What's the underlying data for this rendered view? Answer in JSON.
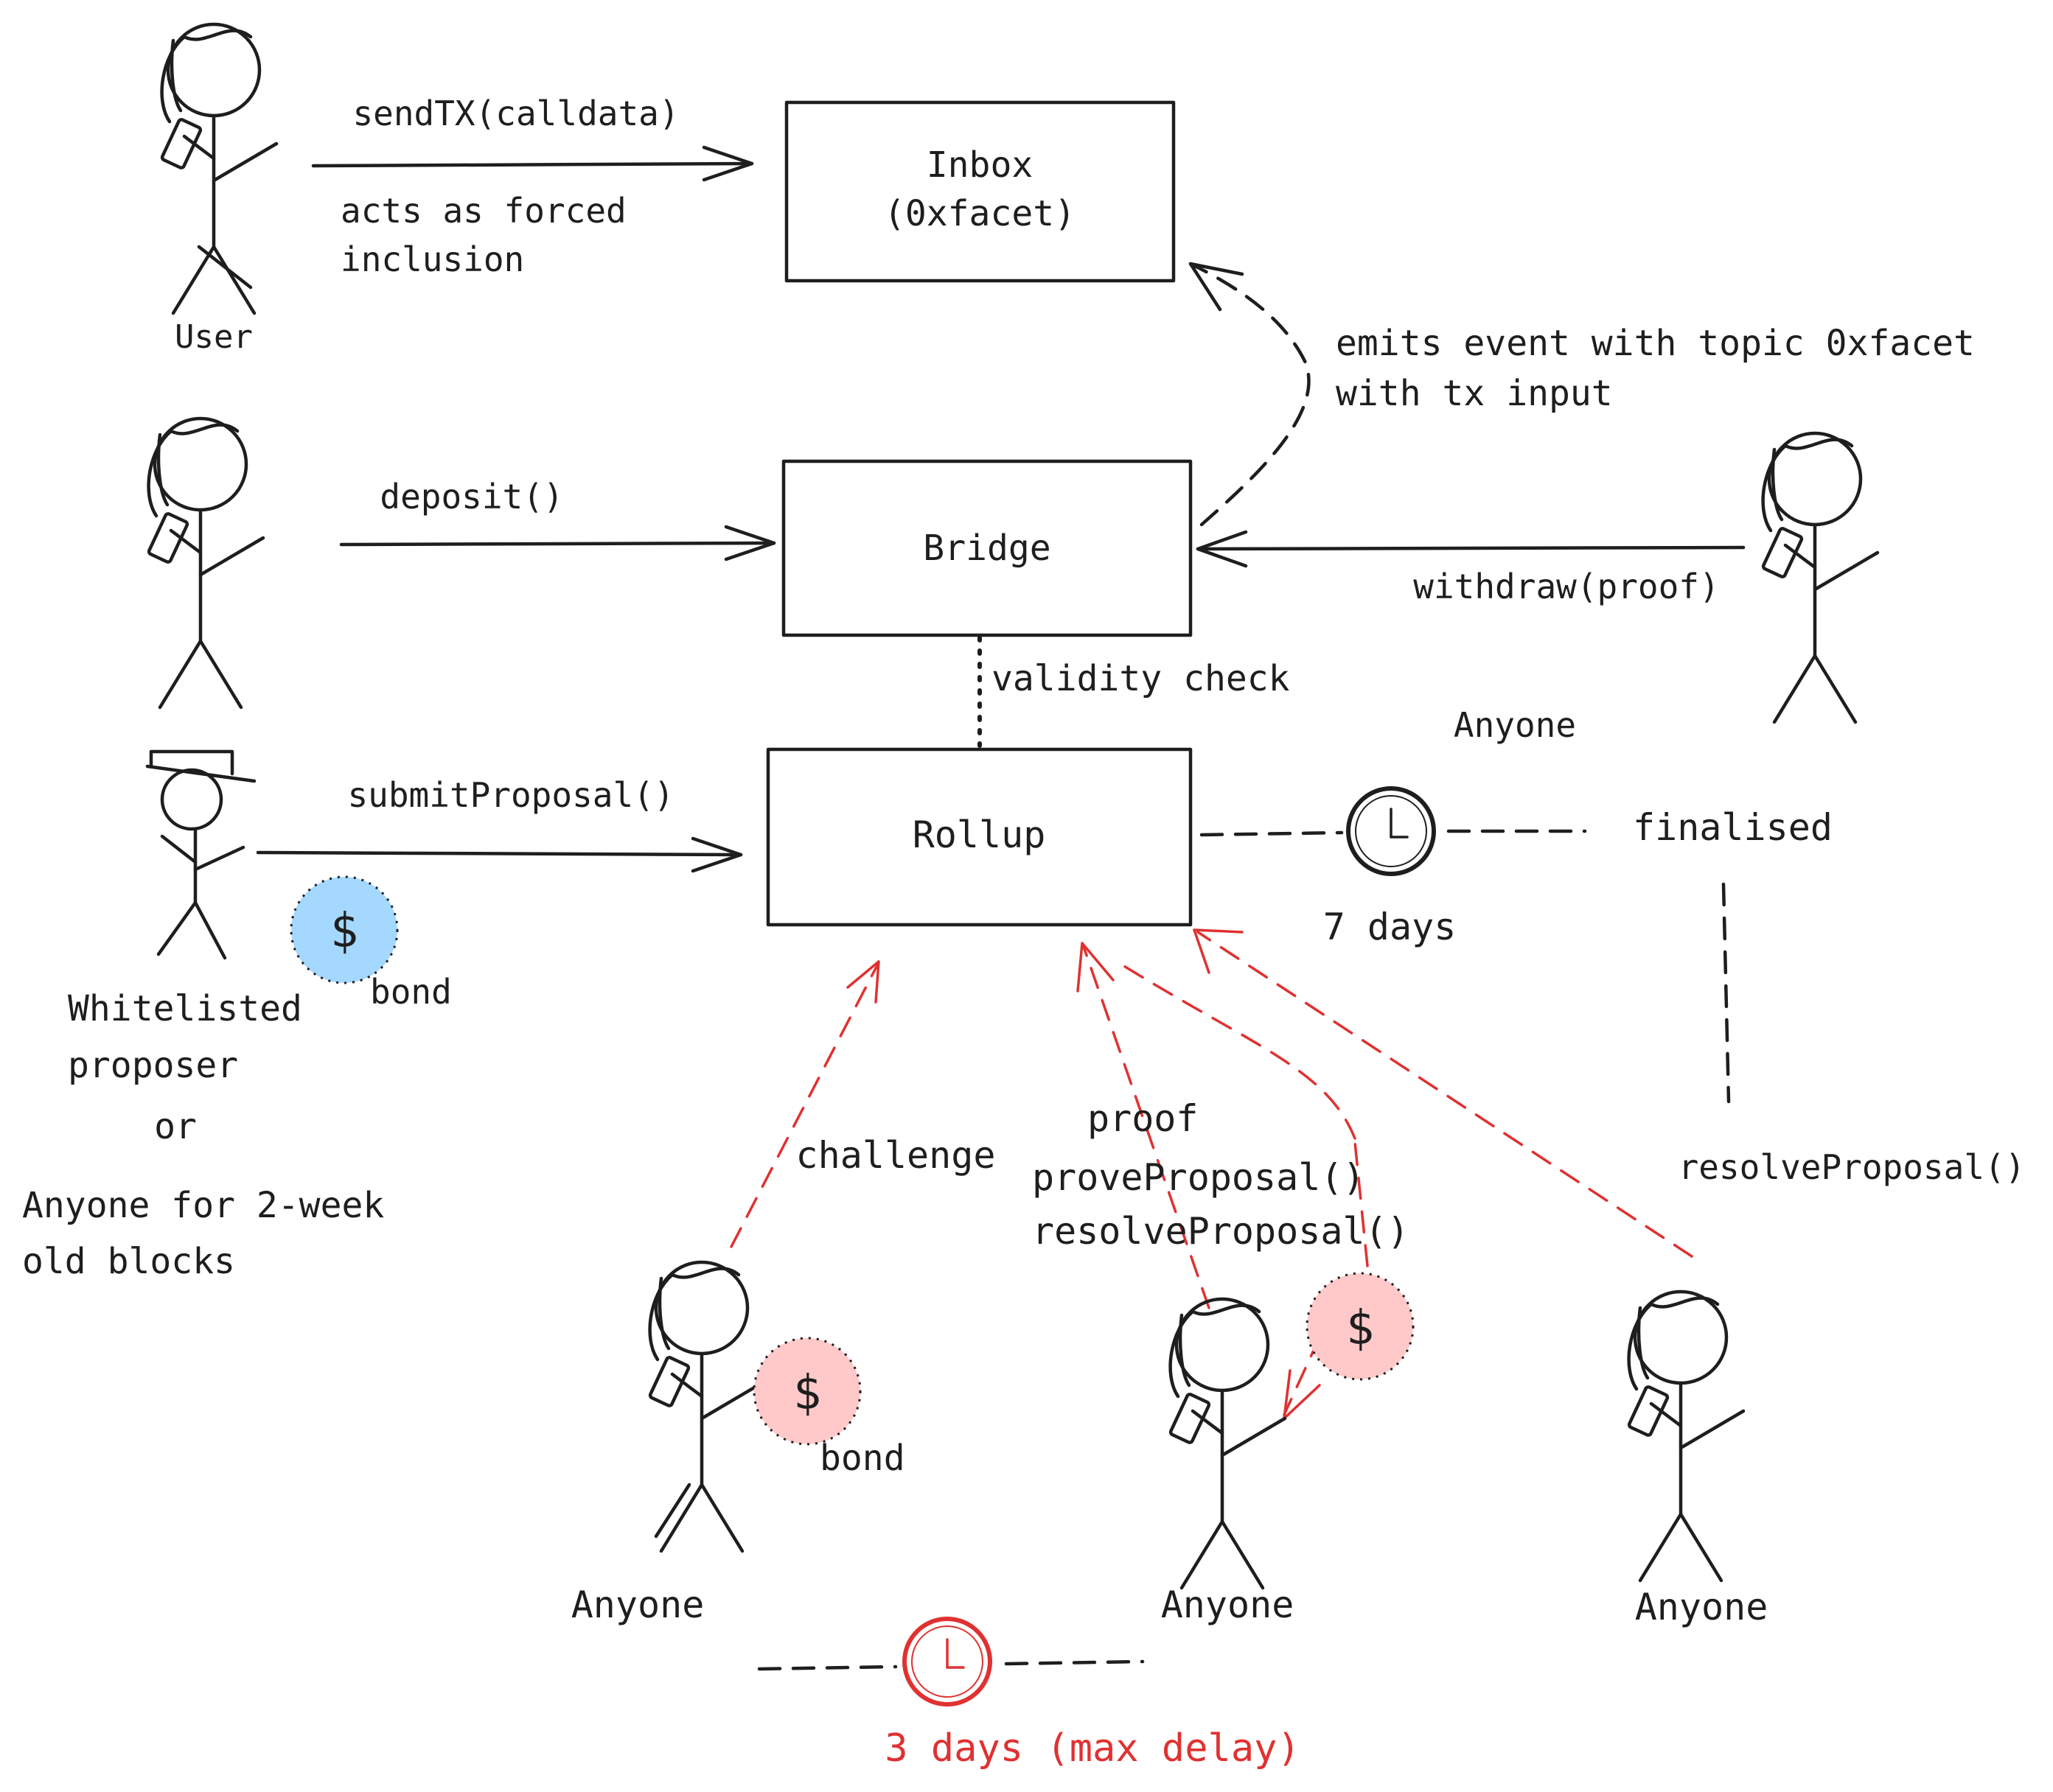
{
  "boxes": {
    "inbox": {
      "line1": "Inbox",
      "line2": "(0xfacet)"
    },
    "bridge": {
      "label": "Bridge"
    },
    "rollup": {
      "label": "Rollup"
    }
  },
  "actors": {
    "user": "User",
    "depositor_anyone": "",
    "withdrawer": "Anyone",
    "proposer_line1": "Whitelisted",
    "proposer_line2": "proposer",
    "proposer_line3": "or",
    "proposer_line4": "Anyone for 2-week",
    "proposer_line5": "old blocks",
    "challenger": "Anyone",
    "prover": "Anyone",
    "resolver": "Anyone"
  },
  "edges": {
    "send_tx": "sendTX(calldata)",
    "forced_line1": "acts as forced",
    "forced_line2": "inclusion",
    "deposit": "deposit()",
    "withdraw": "withdraw(proof)",
    "emits_line1": "emits event with topic 0xfacet",
    "emits_line2": "with tx input",
    "validity": "validity check",
    "submit": "submitProposal()",
    "challenge": "challenge",
    "proof_line1": "proof",
    "proof_line2": "proveProposal()",
    "proof_line3": "resolveProposal()",
    "resolve": "resolveProposal()",
    "finalised": "finalised",
    "seven_days": "7 days",
    "three_days": "3 days (max delay)"
  },
  "bonds": {
    "proposer_bond": "bond",
    "challenger_bond": "bond",
    "dollar": "$"
  },
  "colors": {
    "ink": "#1e1e1e",
    "red": "#e03131",
    "blue_coin": "#a5d8ff",
    "pink_coin": "#ffc9c9"
  },
  "icons": [
    "stick-figure-icon",
    "hat-icon",
    "clock-icon",
    "coin-icon",
    "phone-icon"
  ]
}
